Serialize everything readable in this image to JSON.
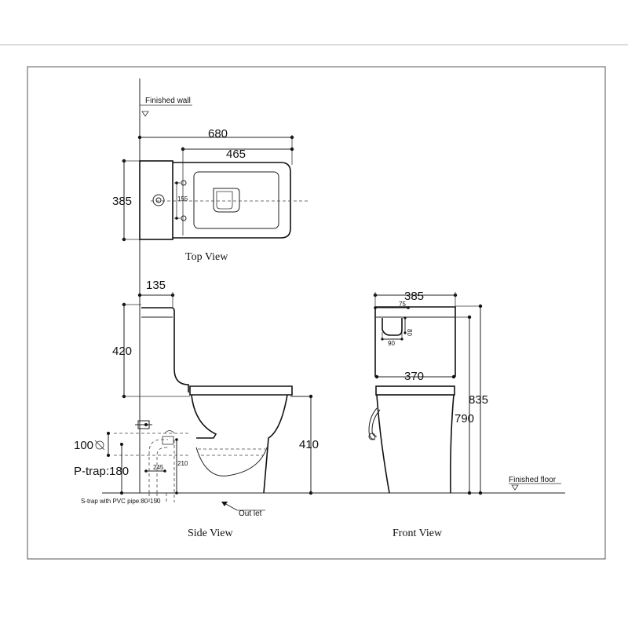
{
  "labels": {
    "finished_wall": "Finished wall",
    "finished_floor": "Finished floor",
    "top_view": "Top View",
    "side_view": "Side View",
    "front_view": "Front View",
    "outlet": "Out let",
    "s_trap_note": "S-trap with PVC pipe:80-150",
    "p_trap": "P-trap:180"
  },
  "dimensions": {
    "top_length": "680",
    "top_bowl_length": "465",
    "top_width": "385",
    "top_hole_spacing": "155",
    "cistern_depth": "135",
    "cistern_height": "420",
    "seat_height": "410",
    "pipe_diameter": "100",
    "p_trap_offset": "245",
    "p_trap_height": "210",
    "front_width": "385",
    "front_base_width": "370",
    "front_total_height": "835",
    "front_cistern_height": "790",
    "button_offset": "75",
    "button_height": "80",
    "button_width": "90"
  },
  "colors": {
    "line": "#111111",
    "frame": "#555555",
    "background": "#ffffff"
  }
}
